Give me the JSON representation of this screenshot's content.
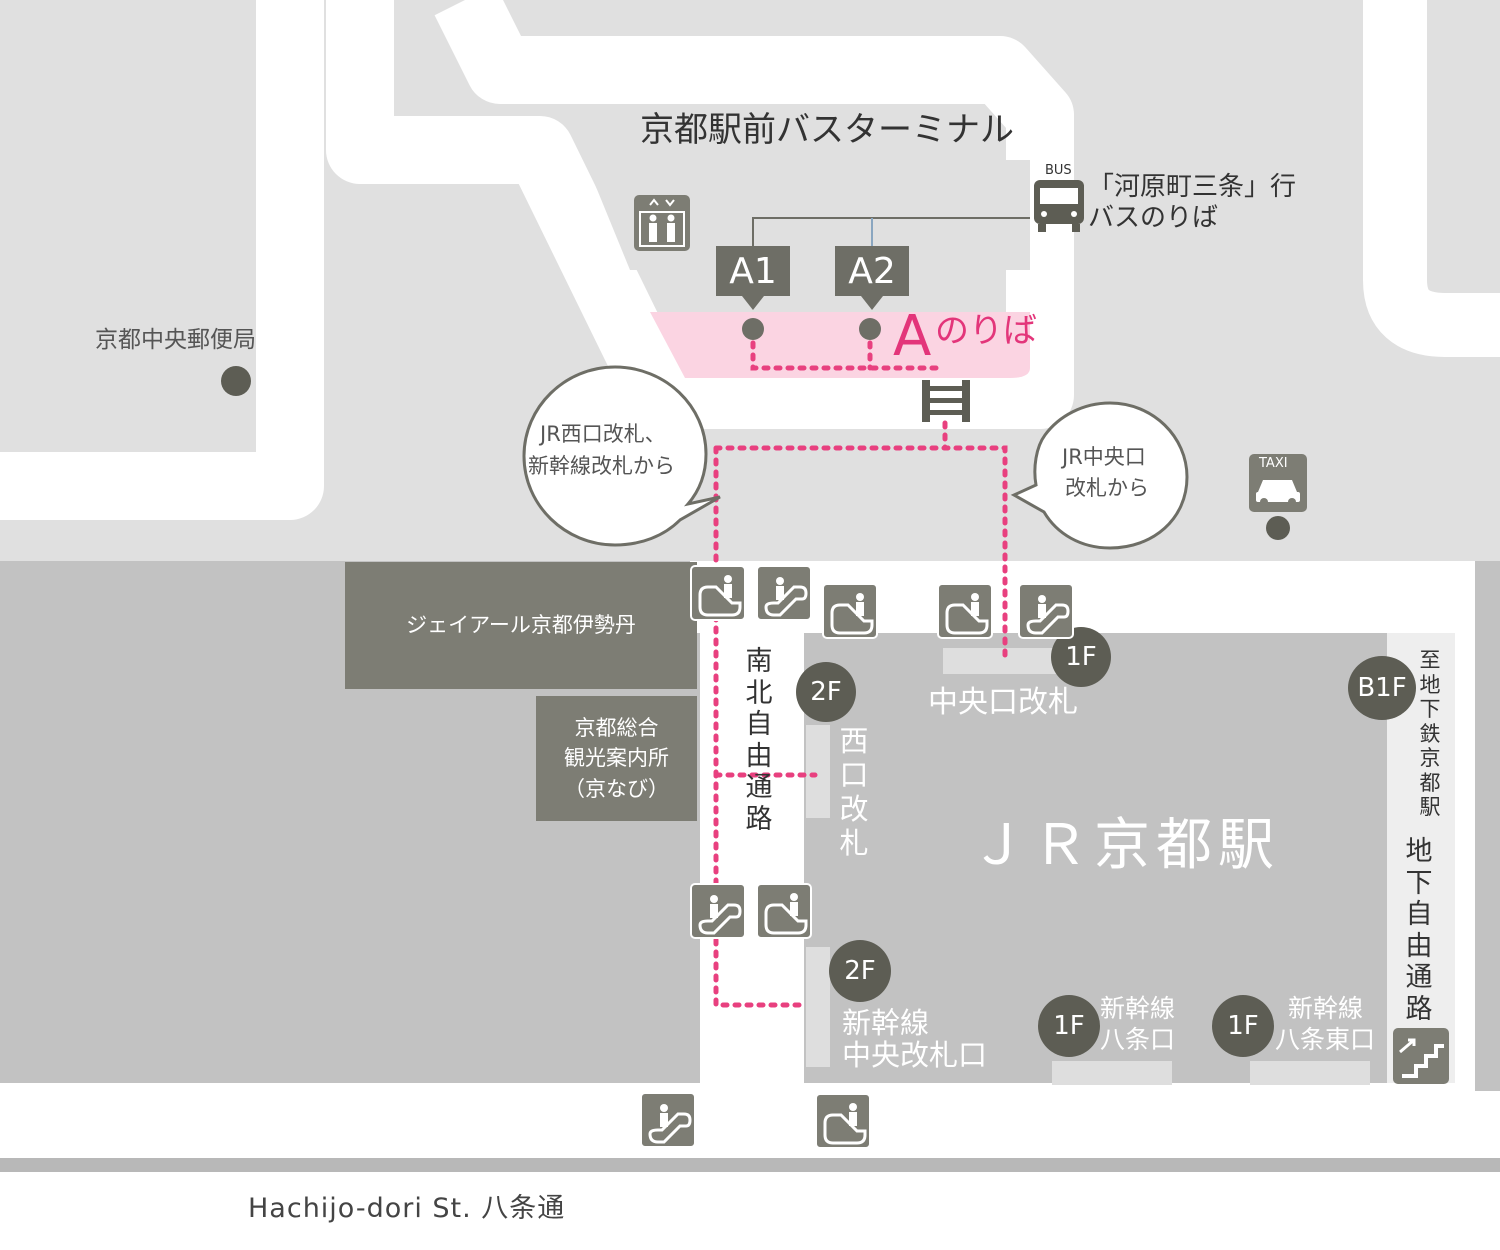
{
  "bus_terminal": "京都駅前バスターミナル",
  "bus_stop": {
    "line1": "「河原町三条」行",
    "line2": "バスのりば",
    "icon_text": "BUS",
    "platforms": [
      "A1",
      "A2"
    ],
    "area_label_letter": "A",
    "area_label_rest": "のりば"
  },
  "post_office": "京都中央郵便局",
  "bubbles": {
    "west": {
      "line1": "JR西口改札、",
      "line2": "新幹線改札から"
    },
    "central": {
      "line1": "JR中央口",
      "line2": "改札から"
    }
  },
  "taxi_icon_text": "TAXI",
  "isetan": "ジェイアール京都伊勢丹",
  "kyonavi": {
    "line1": "京都総合",
    "line2": "観光案内所",
    "line3": "（京なび）"
  },
  "corridor_ns": "南北自由通路",
  "west_gate": "西口改札",
  "central_gate": "中央口改札",
  "station": "ＪＲ京都駅",
  "subway": "至地下鉄京都駅",
  "underground": "地下自由通路",
  "shinkansen_central": {
    "line1": "新幹線",
    "line2": "中央改札口"
  },
  "shinkansen_hachijo": {
    "line1": "新幹線",
    "line2": "八条口"
  },
  "shinkansen_hachijo_east": {
    "line1": "新幹線",
    "line2": "八条東口"
  },
  "floors": {
    "f1": "1F",
    "f2": "2F",
    "b1": "B1F"
  },
  "street": "Hachijo-dori St. 八条通",
  "colors": {
    "route": "#e8407f",
    "platform": "#fbd4e2",
    "accent": "#e3357a",
    "icon": "#7d7d74",
    "floor": "#5d5d54"
  }
}
